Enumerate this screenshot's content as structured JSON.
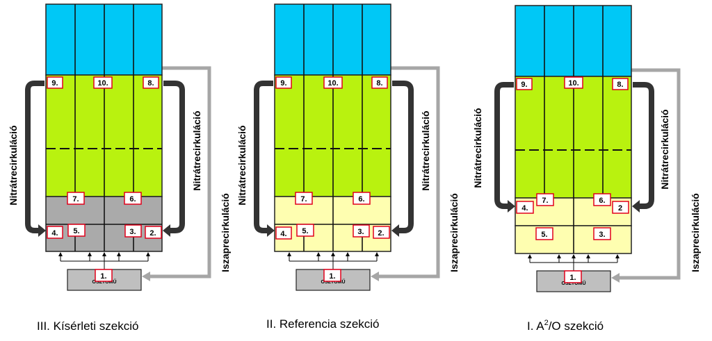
{
  "colors": {
    "aerobic_zone": "#b9f20f",
    "settler_zone": "#00c8f6",
    "anoxic_grey": "#aaaaaa",
    "anoxic_pale": "#fefeb0",
    "marker_border": "#e0001a",
    "marker_text": "#e0001a",
    "nitrate_arrow": "#333333",
    "sludge_arrow": "#a6a6a6",
    "distributor": "#bfbfbf"
  },
  "labels": {
    "nitrate_recirculation": "Nitrátrecirkuláció",
    "sludge_recirculation": "Iszaprecirkuláció",
    "distributor": "OSZTÓMŰ"
  },
  "sections": [
    {
      "id": "section-3",
      "caption": "III. Kísérleti szekció",
      "anoxic_color": "grey",
      "markers": {
        "m9": "9.",
        "m10": "10.",
        "m8": "8.",
        "m7": "7.",
        "m6": "6.",
        "m4": "4.",
        "m5": "5.",
        "m3": "3.",
        "m2": "2.",
        "m1": "1."
      }
    },
    {
      "id": "section-2",
      "caption": "II. Referencia szekció",
      "anoxic_color": "pale",
      "markers": {
        "m9": "9.",
        "m10": "10.",
        "m8": "8.",
        "m7": "7.",
        "m6": "6.",
        "m4": "4.",
        "m5": "5.",
        "m3": "3.",
        "m2": "2.",
        "m1": "1."
      }
    },
    {
      "id": "section-1",
      "caption_prefix": "I. A",
      "caption_sup": "2",
      "caption_suffix": "/O szekció",
      "anoxic_color": "pale",
      "markers": {
        "m9": "9.",
        "m10": "10.",
        "m8": "8.",
        "m7": "7.",
        "m6": "6.",
        "m4": "4.",
        "m5": "5.",
        "m3": "3.",
        "m2": "2",
        "m1": "1."
      }
    }
  ]
}
